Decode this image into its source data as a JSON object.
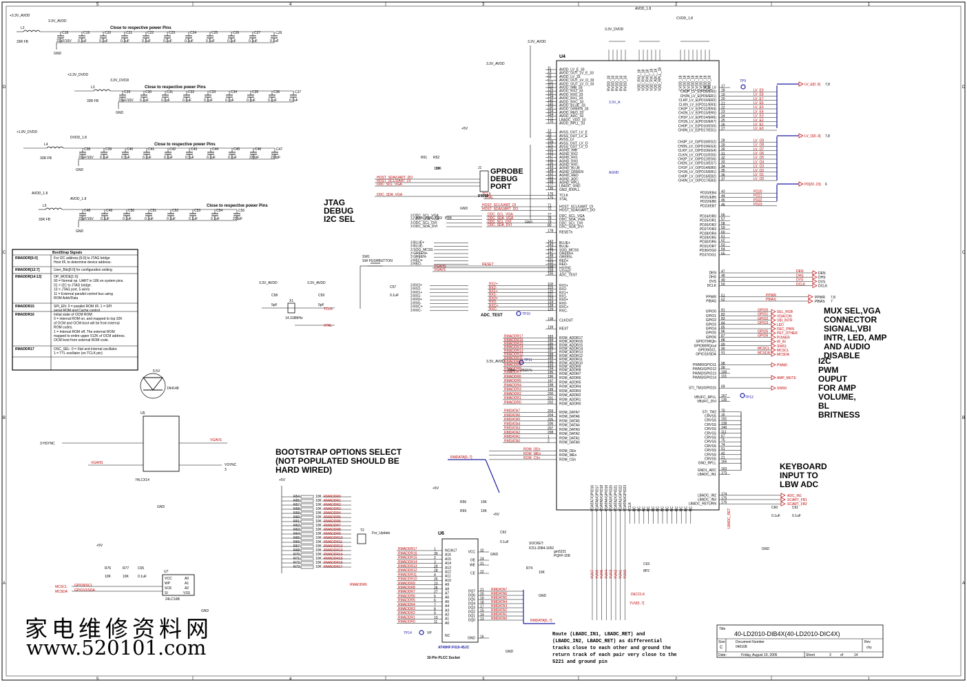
{
  "page": {
    "frame_columns": [
      "5",
      "4",
      "3",
      "2",
      "1"
    ],
    "frame_rows": [
      "D",
      "C",
      "B",
      "A"
    ]
  },
  "rails": [
    {
      "label": "+3.3V_AVDD"
    },
    {
      "label": "3.3V_AVDD"
    },
    {
      "label": "+3.3V_DVDD"
    },
    {
      "label": "3.3V_DVDD"
    },
    {
      "label": "+1.8V_DVDD"
    },
    {
      "label": "DVDD_1.8"
    },
    {
      "label": "AVDD_1.8"
    },
    {
      "label": "AVDD_1.8"
    },
    {
      "label": "CVDD_1.8"
    },
    {
      "label": "CVDD_1.8"
    }
  ],
  "notes": {
    "close_to_pins": "Close to respective power Pins",
    "jtag": "JTAG\nDEBUG\nI2C SEL",
    "gprobe": "GPROBE\nDEBUG\nPORT",
    "bootstrap": "BOOTSTRAP OPTIONS SELECT\n(NOT POPULATED SHOULD BE\nHARD WIRED)",
    "mux": "MUX SEL,VGA\nCONNECTOR\nSIGNAL,VBI\nINTR, LED, AMP\nAND AUDIO\nDISABLE",
    "i2c_pwm": "I2C\nPWM\nOUPUT\nFOR AMP\nVOLUME,\nBL\nBRITNESS",
    "keyboard": "KEYBOARD\nINPUT TO\nLBW ADC",
    "route": "Route (LBADC_IN1, LBADC_RET) and\n(LBADC_IN2, LBADC_RET) as differential\ntracks close to each other and ground the\nreturn track of each pair very close to the\n5221 and ground pin",
    "socket": "SOCKET:\nIC51-2084-1052",
    "plcc": "32-Pin PLCC Socket"
  },
  "components": {
    "u4": "U4",
    "u4_part": "gm5221\nPQFP-208",
    "u5": "U5",
    "u5_part": "74LCX14",
    "u6": "U6",
    "u6_part": "AT49HF:F010-45JC",
    "u7": "U7",
    "u7_part": "24LC16B",
    "j1": "J1",
    "j1_part": "RS232",
    "t2": "T2",
    "t2_label": "For_Update",
    "sw1": "SW1\nSW PUSHBUTTON",
    "x1": "X1",
    "x1_val": "14.318MHz",
    "d1": "1N4148",
    "rail_55": "5.5V",
    "plus5": "+5V"
  },
  "bootstrap_table": {
    "title": "BootStrap Signals",
    "rows": [
      {
        "name": "RMADDR[6:0]",
        "desc": "For I2C address [6:0] to JTAG bridge\nHost I/F, to determine device address."
      },
      {
        "name": "RMADDR[12:7]",
        "desc": "User_Bits[5:0] for configuration setting"
      },
      {
        "name": "RMADDR[14:13]",
        "desc": "OP_MODE[1:0]:\n00 = Normal op. UART in 186 on system pins.\n01 = I2C to JTAG bridge.\n10 = JTAG port, 5 wires\n11 = External parallel control bus using\nROM Addr/Data"
      },
      {
        "name": "RMADDR15",
        "desc": "SPI_EN: 0 = parallel ROM I/F, 1 = SPI\nserial ROM and Cache control"
      },
      {
        "name": "RMADDR16",
        "desc": "Initial state of OCM ROM:\n0 = internal ROM on, and mapped to top 32K\nof OCM and OCM boot will be from internal\nROM codes.\n1 = Internal ROM off. The external ROM\nmapped to entire upper 512K of OCM address.\nOCM boot from external ROM code."
      },
      {
        "name": "RMADDR17",
        "desc": "OSC_SEL: 0 = Xtal and internal oscillator.\n1 = TTL oscillator (on TCLK pin)"
      }
    ]
  },
  "u4_left_pins": [
    {
      "num": "11",
      "name": "AVDD_LV_E_33"
    },
    {
      "num": "14",
      "name": "AVDD_OUT_LV_E_33"
    },
    {
      "num": "22",
      "name": "AVDD_LV_33"
    },
    {
      "num": "27",
      "name": "AVDD_OUT_LV_O_33"
    },
    {
      "num": "110",
      "name": "AVDD_OUT_LV_O_33"
    },
    {
      "num": "113",
      "name": "AVDD_IMB_33"
    },
    {
      "num": "125",
      "name": "AVDD_RX2_33"
    },
    {
      "num": "130",
      "name": "AVDD_RX0_33"
    },
    {
      "num": "134",
      "name": "AVDD_RX1_33"
    },
    {
      "num": "140",
      "name": "AVDD_RXC_33"
    },
    {
      "num": "145",
      "name": "AVDD_BLUE_33"
    },
    {
      "num": "150",
      "name": "AVDD_GREEN_33"
    },
    {
      "num": "154",
      "name": "AVDD_RED_33"
    },
    {
      "num": "164",
      "name": "AVDD_ADC_33"
    },
    {
      "num": "172",
      "name": "LBADC_VDD_33"
    },
    {
      "num": "170",
      "name": "AVDD_RPLL_33"
    },
    {
      "num": "12",
      "name": "AVSS_OUT_LV_E"
    },
    {
      "num": "23",
      "name": "AVSS_OUT_LV_E"
    },
    {
      "num": "26",
      "name": "AVSS_LV"
    },
    {
      "num": "109",
      "name": "AVSS_OUT_LV_O"
    },
    {
      "num": "115",
      "name": "AVSS_OUT_LV_O"
    },
    {
      "num": "116",
      "name": "AGND_IMB"
    },
    {
      "num": "122",
      "name": "AGND_RX2"
    },
    {
      "num": "127",
      "name": "AGND_RX1"
    },
    {
      "num": "131",
      "name": "AGND_RX0"
    },
    {
      "num": "135",
      "name": "AGND_RXC"
    },
    {
      "num": "144",
      "name": "AGND_BLUE"
    },
    {
      "num": "148",
      "name": "AGND_GREEN"
    },
    {
      "num": "152",
      "name": "AGND_RED"
    },
    {
      "num": "163",
      "name": "AGND_ADC"
    },
    {
      "num": "168",
      "name": "AGND_RPLL"
    },
    {
      "num": "177",
      "name": "LBADC_GND"
    },
    {
      "num": "136",
      "name": "GND_RXPLL"
    },
    {
      "num": "176",
      "name": "TCLK"
    },
    {
      "num": "175",
      "name": "XTAL"
    },
    {
      "num": "71",
      "name": "HOST_SCL/UART_DI"
    },
    {
      "num": "72",
      "name": "HOST_SDA/UART_DO"
    },
    {
      "num": "77",
      "name": "DDC_SCL_VGA"
    },
    {
      "num": "78",
      "name": "DDC_SDA_VGA"
    },
    {
      "num": "79",
      "name": "DDC_SCL_DVI"
    },
    {
      "num": "80",
      "name": "DDC_SDA_DVI"
    },
    {
      "num": "178",
      "name": "RESETn"
    },
    {
      "num": "142",
      "name": "BLUE+"
    },
    {
      "num": "143",
      "name": "BLUE-"
    },
    {
      "num": "146",
      "name": "SOG_MCSS"
    },
    {
      "num": "147",
      "name": "GREEN+"
    },
    {
      "num": "148",
      "name": "GREEN-"
    },
    {
      "num": "151",
      "name": "RED+"
    },
    {
      "num": "152",
      "name": "RED-"
    },
    {
      "num": "158",
      "name": "HSYNC"
    },
    {
      "num": "159",
      "name": "VSYNC"
    },
    {
      "num": "155",
      "name": "ADC_TEST"
    },
    {
      "num": "118",
      "name": "RX2+"
    },
    {
      "num": "119",
      "name": "RX2-"
    },
    {
      "num": "120",
      "name": "RX1+"
    },
    {
      "num": "121",
      "name": "RX1-"
    },
    {
      "num": "123",
      "name": "RX0+"
    },
    {
      "num": "124",
      "name": "RX0-"
    },
    {
      "num": "128",
      "name": "RXC+"
    },
    {
      "num": "129",
      "name": "RXC-"
    },
    {
      "num": "138",
      "name": "CLKOUT"
    },
    {
      "num": "139",
      "name": "REXT"
    },
    {
      "num": "183",
      "name": "ROM_ADDR17"
    },
    {
      "num": "184",
      "name": "ROM_ADDR16"
    },
    {
      "num": "185",
      "name": "ROM_ADDR15"
    },
    {
      "num": "186",
      "name": "ROM_ADDR14"
    },
    {
      "num": "187",
      "name": "ROM_ADDR13"
    },
    {
      "num": "188",
      "name": "ROM_ADDR12"
    },
    {
      "num": "189",
      "name": "ROM_ADDR11"
    },
    {
      "num": "190",
      "name": "ROM_ADDR10"
    },
    {
      "num": "193",
      "name": "ROM_ADDR9"
    },
    {
      "num": "194",
      "name": "ROM_ADDR8"
    },
    {
      "num": "195",
      "name": "ROM_ADDR7"
    },
    {
      "num": "196",
      "name": "ROM_ADDR6"
    },
    {
      "num": "197",
      "name": "ROM_ADDR5"
    },
    {
      "num": "198",
      "name": "ROM_ADDR4"
    },
    {
      "num": "199",
      "name": "ROM_ADDR3"
    },
    {
      "num": "200",
      "name": "ROM_ADDR2"
    },
    {
      "num": "201",
      "name": "ROM_ADDR1"
    },
    {
      "num": "202",
      "name": "ROM_ADDR0"
    },
    {
      "num": "203",
      "name": "ROM_DATA7"
    },
    {
      "num": "204",
      "name": "ROM_DATA6"
    },
    {
      "num": "205",
      "name": "ROM_DATA5"
    },
    {
      "num": "206",
      "name": "ROM_DATA4"
    },
    {
      "num": "207",
      "name": "ROM_DATA3"
    },
    {
      "num": "208",
      "name": "ROM_DATA2"
    },
    {
      "num": "1",
      "name": "ROM_DATA1"
    },
    {
      "num": "2",
      "name": "ROM_DATA0"
    },
    {
      "num": "",
      "name": "ROM_OEn"
    },
    {
      "num": "",
      "name": "ROM_WEn"
    },
    {
      "num": "",
      "name": "ROM_CSn"
    }
  ],
  "u4_right_pins": [
    {
      "num": "17",
      "name": "VCD_LV"
    },
    {
      "num": "18",
      "name": "CH3P_LV_E(PD8/ER0)"
    },
    {
      "num": "19",
      "name": "CH3N_LV_E(PD9/ER1)"
    },
    {
      "num": "20",
      "name": "CLKP_LV_E(PD10/ER2)"
    },
    {
      "num": "21",
      "name": "CLKN_LV_E(PD11/ER3)"
    },
    {
      "num": "22",
      "name": "CH2P_LV_E(PD12/ER4)"
    },
    {
      "num": "23",
      "name": "CH2N_LV_E(PD13/ER5)"
    },
    {
      "num": "24",
      "name": "CH1P_LV_E(PD14/ER6)"
    },
    {
      "num": "25",
      "name": "CH1N_LV_E(PD15/ER7)"
    },
    {
      "num": "26",
      "name": "CH0P_LV_E(PD16/EG0)"
    },
    {
      "num": "27",
      "name": "CH0N_LV_E(PD17/EG1)"
    },
    {
      "num": "28",
      "name": "CH3P_LV_O(PD18/EG2)"
    },
    {
      "num": "29",
      "name": "CH3N_LV_O(PD19/EG3)"
    },
    {
      "num": "30",
      "name": "CLKP_LV_O(PD10/EG4)"
    },
    {
      "num": "31",
      "name": "CLKN_LV_O(PD11/EG5)"
    },
    {
      "num": "32",
      "name": "CH2P_LV_O(PD12/EG6)"
    },
    {
      "num": "33",
      "name": "CH2N_LV_O(PD13/EG7)"
    },
    {
      "num": "34",
      "name": "CH1P_LV_O(PD14/EB0)"
    },
    {
      "num": "35",
      "name": "CH1N_LV_O(PD15/EB1)"
    },
    {
      "num": "36",
      "name": "CH0P_LV_O(PD16/EB2)"
    },
    {
      "num": "37",
      "name": "CH0N_LV_O(PD17/EB3)"
    },
    {
      "num": "43",
      "name": "PD20/EB4"
    },
    {
      "num": "44",
      "name": "PD21/EB5"
    },
    {
      "num": "45",
      "name": "PD22/EB6"
    },
    {
      "num": "46",
      "name": "PD23/EB7"
    },
    {
      "num": "56",
      "name": "PD24/OR0"
    },
    {
      "num": "57",
      "name": "PD25/OR1"
    },
    {
      "num": "58",
      "name": "PD26/OR2"
    },
    {
      "num": "59",
      "name": "PD27/OR3"
    },
    {
      "num": "60",
      "name": "PD28/OR4"
    },
    {
      "num": "61",
      "name": "PD29/OR5"
    },
    {
      "num": "62",
      "name": "PD30/OR6"
    },
    {
      "num": "63",
      "name": "PD31/OR7"
    },
    {
      "num": "64",
      "name": "PD36/OG0"
    },
    {
      "num": "65",
      "name": "PD37/OG1"
    },
    {
      "num": "47",
      "name": "DEN"
    },
    {
      "num": "48",
      "name": "DHS"
    },
    {
      "num": "49",
      "name": "DVS"
    },
    {
      "num": "50",
      "name": "DCLK"
    },
    {
      "num": "51",
      "name": "PPWR"
    },
    {
      "num": "52",
      "name": "PBIAS"
    },
    {
      "num": "81",
      "name": "GPIO0"
    },
    {
      "num": "82",
      "name": "GPIO1"
    },
    {
      "num": "83",
      "name": "GPIO2"
    },
    {
      "num": "84",
      "name": "GPIO3"
    },
    {
      "num": "85",
      "name": "GPIO4"
    },
    {
      "num": "86",
      "name": "GPIO5"
    },
    {
      "num": "87",
      "name": "GPIO6"
    },
    {
      "num": "88",
      "name": "GPIO7/IRQin"
    },
    {
      "num": "89",
      "name": "GPIO8/IRQout"
    },
    {
      "num": "90",
      "name": "GPIO9/SCL"
    },
    {
      "num": "91",
      "name": "GPIO10/SDA"
    },
    {
      "num": "98",
      "name": "PWM0/GPIO11"
    },
    {
      "num": "99",
      "name": "PWM1/GPIO12"
    },
    {
      "num": "100",
      "name": "PWM2/GPIO13"
    },
    {
      "num": "101",
      "name": "PWM3/GPIO14"
    },
    {
      "num": "69",
      "name": "STI_TM1/GPIO15"
    },
    {
      "num": "167",
      "name": "VBUFC_RPLL"
    },
    {
      "num": "135",
      "name": "VBUFC_DVI"
    },
    {
      "num": "70",
      "name": "STI_TM2"
    },
    {
      "num": "16",
      "name": "CRVSS"
    },
    {
      "num": "191",
      "name": "CRVSS"
    },
    {
      "num": "139",
      "name": "CRVSS"
    },
    {
      "num": "140",
      "name": "CRVSS"
    },
    {
      "num": "111",
      "name": "CRVSS"
    },
    {
      "num": "67",
      "name": "CRVSS"
    },
    {
      "num": "75",
      "name": "CRVSS"
    },
    {
      "num": "74",
      "name": "CRVSS"
    },
    {
      "num": "51",
      "name": "CRVSS"
    },
    {
      "num": "42",
      "name": "CRVSS"
    },
    {
      "num": "21",
      "name": "CRVSS"
    },
    {
      "num": "165",
      "name": "GND_RPLL"
    },
    {
      "num": "163",
      "name": "GND1_ADC"
    },
    {
      "num": "173",
      "name": "LBADC_IN1"
    },
    {
      "num": "174",
      "name": "LBADC_IN2"
    },
    {
      "num": "175",
      "name": "LBADC_IN3"
    },
    {
      "num": "176",
      "name": "LBADC_RETURN"
    }
  ],
  "u4_top_groups": [
    {
      "rail": "3.3V_DVDD",
      "pins": [
        "RVDD_33",
        "RVDD_33",
        "RVDD_33",
        "RVDD_33",
        "RVDD_33"
      ]
    },
    {
      "rail": "AVDD_1.8",
      "pins": [
        "VDD_RX2_18",
        "VDD_RX1_18",
        "VDD_RX0_18",
        "VDD_RXC_18",
        "VDD_ADC_18",
        "VDD_RPLL_18"
      ]
    },
    {
      "rail": "CVDD_1.8",
      "pins": [
        "CVDD_18",
        "CVDD_18",
        "CVDD_18",
        "CVDD_18",
        "CVDD_18",
        "CVDD_18",
        "CVDD_18",
        "CVDD_18"
      ]
    }
  ],
  "u4_bottom_pins": [
    "VDATA7/GPIO16",
    "VDATA6/GPIO17",
    "VDATA5/GPIO18",
    "VDATA4/GPIO19",
    "VDATA3/GPIO20",
    "VDATA2/GPIO21",
    "VDATA1/GPIO22",
    "VDATA0/GPIO23",
    "VCLK",
    "NC",
    "NC",
    "NC",
    "NC",
    "NC",
    "NC",
    "NC",
    "NC",
    "NC",
    "NC",
    "NC",
    "NC",
    "NC"
  ],
  "right_nets": [
    {
      "net": "LV_E[0..9]",
      "page": "7,8"
    },
    {
      "net": "LV_O[0..9]",
      "page": "7,8"
    },
    {
      "net": "PD[20..23]",
      "page": "6"
    },
    {
      "net": "DEN",
      "page": ""
    },
    {
      "net": "DHS",
      "page": ""
    },
    {
      "net": "DVS",
      "page": ""
    },
    {
      "net": "DCLK",
      "page": ""
    },
    {
      "net": "PPWR",
      "page": "7,8"
    },
    {
      "net": "PBIAS",
      "page": "7"
    },
    {
      "net": "SEL_RGB",
      "page": ""
    },
    {
      "net": "VGACON",
      "page": ""
    },
    {
      "net": "VBI_INTR",
      "page": ""
    },
    {
      "net": "LED",
      "page": ""
    },
    {
      "net": "DEC_PWN",
      "page": ""
    },
    {
      "net": "PET_OTHER",
      "page": ""
    },
    {
      "net": "POWER",
      "page": ""
    },
    {
      "net": "IR_IN",
      "page": ""
    },
    {
      "net": "SWS1",
      "page": ""
    },
    {
      "net": "MCSCL",
      "page": ""
    },
    {
      "net": "MCSDA",
      "page": ""
    },
    {
      "net": "PWM0",
      "page": ""
    },
    {
      "net": "AMP_MUTE",
      "page": ""
    },
    {
      "net": "SWS0",
      "page": ""
    },
    {
      "net": "ADC_IN1",
      "page": ""
    },
    {
      "net": "SCART_FB1",
      "page": ""
    },
    {
      "net": "SCART_FB2",
      "page": ""
    }
  ],
  "title_block": {
    "title_label": "Title",
    "title": "40-LD2010-DIB4X(40-LD2010-DIC4X)",
    "size_label": "Size",
    "size": "C",
    "docnum_label": "Document Number",
    "docnum": "040108",
    "rev_label": "Rev",
    "rev": "chy",
    "date_label": "Date:",
    "date": "Friday, August 19, 2005",
    "sheet_label": "Sheet",
    "sheet": "3",
    "of_label": "of",
    "of": "14"
  },
  "watermark": {
    "chinese": "家电维修资料网",
    "url": "www.520101.com"
  }
}
